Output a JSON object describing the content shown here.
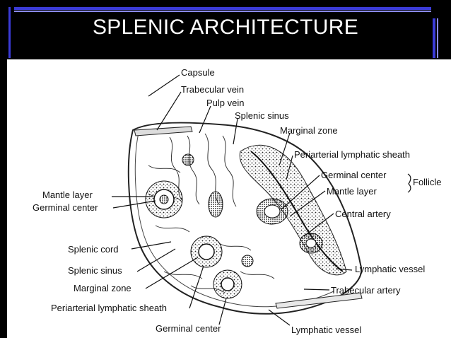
{
  "slide": {
    "title": "SPLENIC ARCHITECTURE",
    "accent_color": "#3b3bd8",
    "background_color": "#000000"
  },
  "diagram": {
    "labels": {
      "capsule": "Capsule",
      "trabecular_vein": "Trabecular vein",
      "pulp_vein": "Pulp vein",
      "splenic_sinus_top": "Splenic sinus",
      "marginal_zone_top": "Marginal zone",
      "pals_right": "Periarterial lymphatic sheath",
      "germinal_center_right": "Germinal center",
      "follicle": "Follicle",
      "mantle_layer_right": "Mantle layer",
      "central_artery": "Central artery",
      "lymphatic_vessel_right": "Lymphatic vessel",
      "trabecular_artery": "Trabecular artery",
      "lymphatic_vessel_bottom": "Lymphatic vessel",
      "germinal_center_bottom": "Germinal center",
      "pals_left": "Periarterial lymphatic sheath",
      "marginal_zone_left": "Marginal zone",
      "splenic_sinus_left": "Splenic sinus",
      "splenic_cord": "Splenic cord",
      "germinal_center_left": "Germinal center",
      "mantle_layer_left": "Mantle layer"
    }
  }
}
